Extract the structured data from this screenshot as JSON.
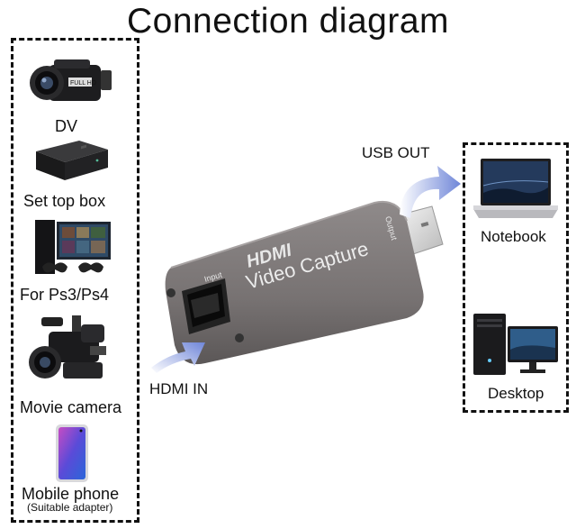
{
  "title": "Connection diagram",
  "sources": {
    "dv": "DV",
    "set_top_box": "Set top box",
    "ps": "For Ps3/Ps4",
    "movie_camera": "Movie camera",
    "mobile_phone": "Mobile phone",
    "mobile_phone_note": "(Suitable adapter)"
  },
  "device": {
    "logo": "HDMI",
    "name": "Video Capture",
    "input_label": "Input",
    "output_label": "Output"
  },
  "connections": {
    "hdmi_in": "HDMI IN",
    "usb_out": "USB OUT"
  },
  "targets": {
    "notebook": "Notebook",
    "desktop": "Desktop"
  },
  "colors": {
    "arrow": "#6f86d8",
    "device_body": "#7b7676",
    "box_border": "#111111"
  }
}
